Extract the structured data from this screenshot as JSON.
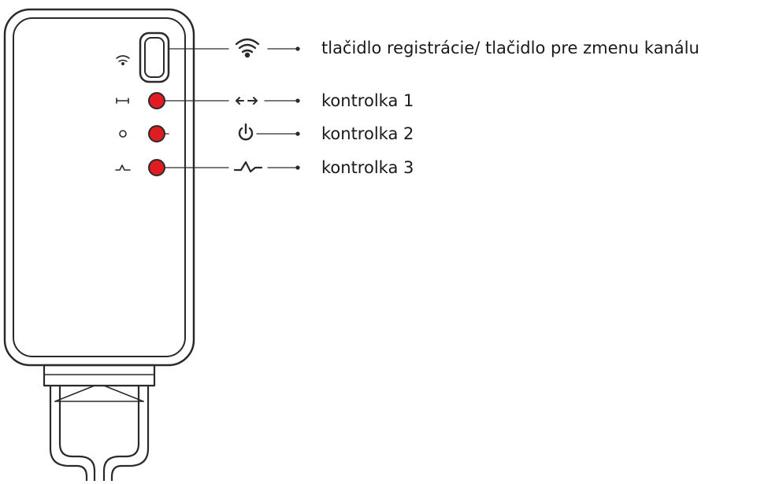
{
  "labels": {
    "button": "tlačidlo registrácie/ tlačidlo pre zmenu kanálu",
    "led1": "kontrolka 1",
    "led2": "kontrolka 2",
    "led3": "kontrolka 3"
  },
  "icons": {
    "button": "wifi-icon",
    "led1": "link-arrows-icon",
    "led2": "power-icon",
    "led3": "heartbeat-icon"
  },
  "colors": {
    "led": "#e01b22",
    "stroke": "#2a2a2a",
    "text": "#1a1a1a"
  }
}
